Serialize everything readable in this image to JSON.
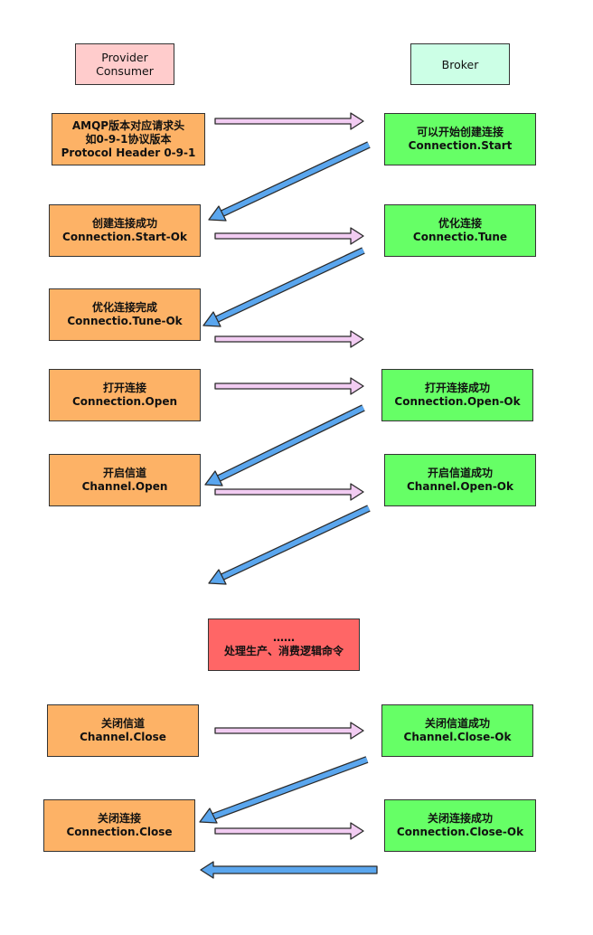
{
  "headers": {
    "client": {
      "line1": "Provider",
      "line2": "Consumer"
    },
    "broker": "Broker"
  },
  "client_steps": [
    {
      "line1": "AMQP版本对应请求头",
      "line2": "如0-9-1协议版本",
      "line3": "Protocol Header 0-9-1"
    },
    {
      "line1": "创建连接成功",
      "line2": "Connection.Start-Ok"
    },
    {
      "line1": "优化连接完成",
      "line2": "Connectio.Tune-Ok"
    },
    {
      "line1": "打开连接",
      "line2": "Connection.Open"
    },
    {
      "line1": "开启信道",
      "line2": "Channel.Open"
    },
    {
      "line1": "关闭信道",
      "line2": "Channel.Close"
    },
    {
      "line1": "关闭连接",
      "line2": "Connection.Close"
    }
  ],
  "broker_steps": [
    {
      "line1": "可以开始创建连接",
      "line2": "Connection.Start"
    },
    {
      "line1": "优化连接",
      "line2": "Connectio.Tune"
    },
    {
      "line1": "打开连接成功",
      "line2": "Connection.Open-Ok"
    },
    {
      "line1": "开启信道成功",
      "line2": "Channel.Open-Ok"
    },
    {
      "line1": "关闭信道成功",
      "line2": "Channel.Close-Ok"
    },
    {
      "line1": "关闭连接成功",
      "line2": "Connection.Close-Ok"
    }
  ],
  "middle": {
    "line1": "……",
    "line2": "处理生产、消费逻辑命令"
  },
  "colors": {
    "client_box": "#fdb266",
    "broker_box": "#66ff66",
    "client_header": "#ffcccc",
    "broker_header": "#ccffe6",
    "middle_box": "#ff6666",
    "request_arrow": "#f2ccf2",
    "response_arrow": "#5aa6ee"
  }
}
